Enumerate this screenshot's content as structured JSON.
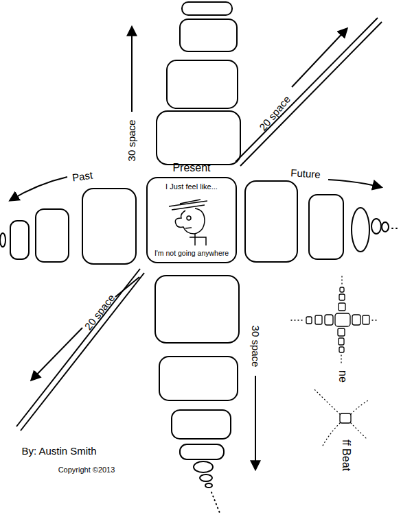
{
  "diagram": {
    "nodes": [
      {
        "text": [
          "Present",
          "I Just feel like...",
          "I'm not going anywhere"
        ]
      }
    ],
    "labels": [
      "Past",
      "Future",
      "30 space",
      "30 space",
      "20 space",
      "20 space",
      "ne",
      "ff Beat",
      "By: Austin Smith",
      "Copyright ©2013"
    ]
  }
}
